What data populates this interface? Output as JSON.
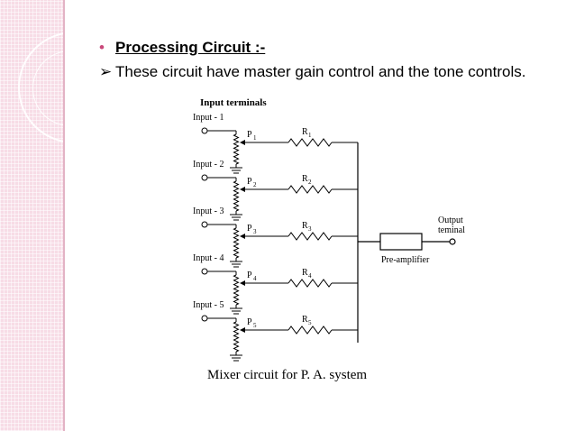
{
  "slide": {
    "heading": "Processing Circuit :-",
    "heading_marker": "•",
    "body": "These circuit have master gain control and the tone controls.",
    "body_marker": "➢",
    "colors": {
      "accent": "#c9487a",
      "sidebar": "#f7dce6"
    }
  },
  "diagram": {
    "title": "Input terminals",
    "inputs": [
      "Input - 1",
      "Input - 2",
      "Input - 3",
      "Input - 4",
      "Input - 5"
    ],
    "pots": [
      "P",
      "P",
      "P",
      "P",
      "P"
    ],
    "pot_subs": [
      "1",
      "2",
      "3",
      "4",
      "5"
    ],
    "resistors": [
      "R",
      "R",
      "R",
      "R",
      "R"
    ],
    "resistor_subs": [
      "1",
      "2",
      "3",
      "4",
      "5"
    ],
    "preamp": "Pre-amplifier",
    "output_line1": "Output",
    "output_line2": "teminal",
    "caption": "Mixer circuit for P. A. system"
  }
}
